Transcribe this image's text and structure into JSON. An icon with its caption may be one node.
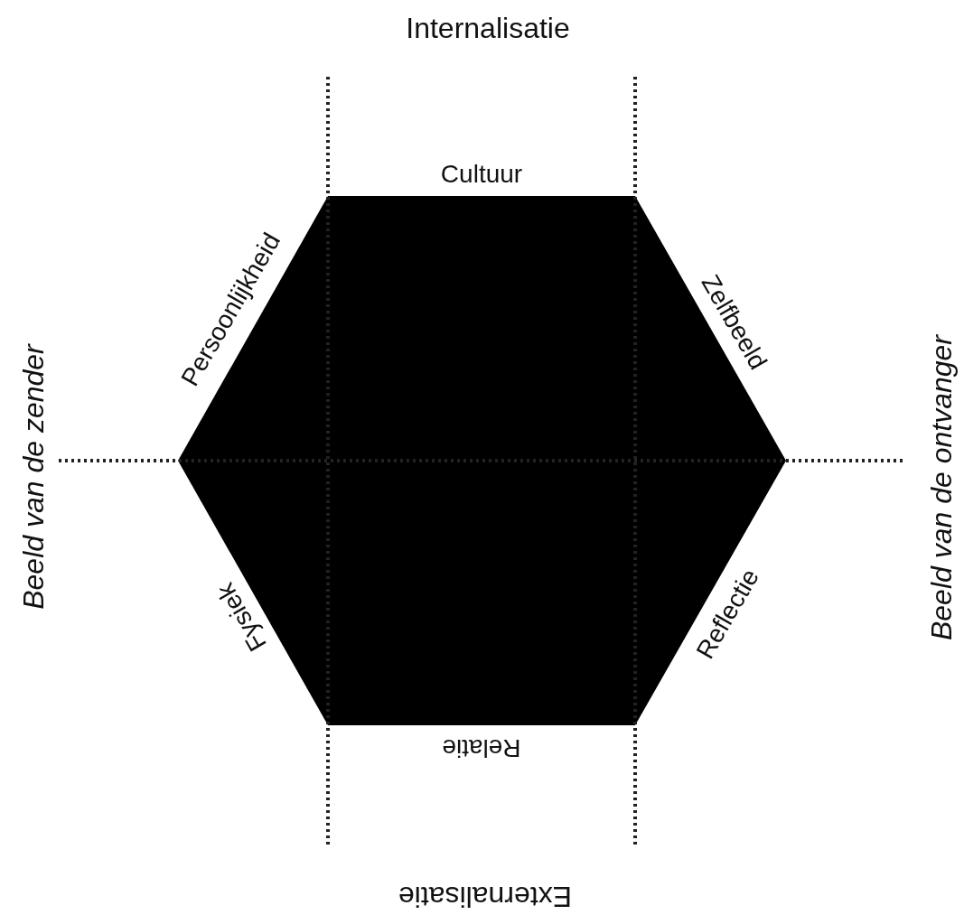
{
  "diagram": {
    "labels": [
      "Internalisatie",
      "Cultuur",
      "Persoonlijkheid",
      "Zelfbeeld",
      "Beeld van de zender",
      "Beeld van de ontvanger",
      "Fysiek",
      "Reflectie",
      "Relatie",
      "Externalisatie"
    ]
  }
}
